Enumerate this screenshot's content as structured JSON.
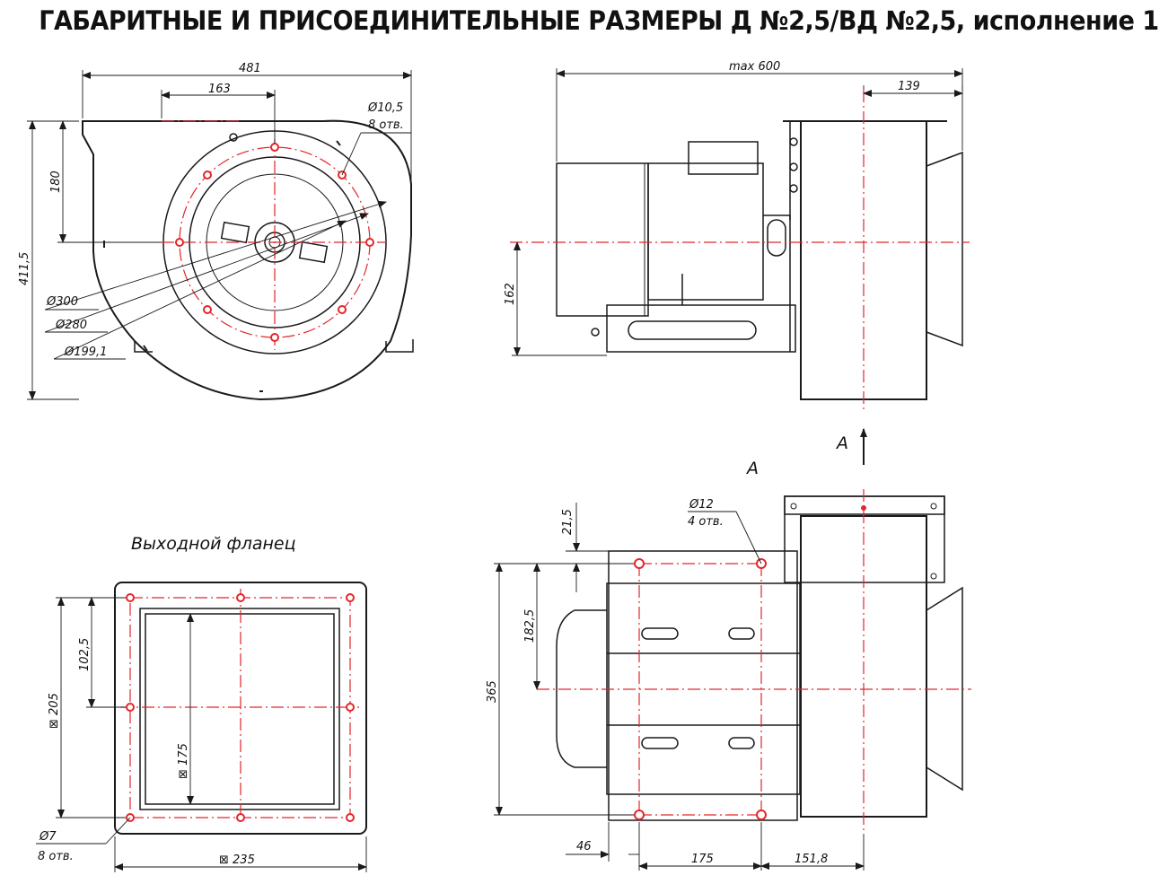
{
  "title": "ГАБАРИТНЫЕ И ПРИСОЕДИНИТЕЛЬНЫЕ РАЗМЕРЫ Д №2,5/ВД №2,5, исполнение 1",
  "front_view": {
    "dim_width": "481",
    "dim_outlet_offset": "163",
    "dim_height": "411,5",
    "dim_axis": "180",
    "dia_300": "Ø300",
    "dia_280": "Ø280",
    "dia_199": "Ø199,1",
    "holes_dia": "Ø10,5",
    "holes_count": "8 отв."
  },
  "side_view": {
    "dim_max": "max 600",
    "dim_139": "139",
    "dim_162": "162",
    "arrow_label": "A"
  },
  "view_a": {
    "label": "A",
    "holes_dia": "Ø12",
    "holes_count": "4 отв.",
    "dim_21_5": "21,5",
    "dim_182_5": "182,5",
    "dim_365": "365",
    "dim_46": "46",
    "dim_175": "175",
    "dim_151_8": "151,8"
  },
  "flange": {
    "caption": "Выходной фланец",
    "dim_102_5": "102,5",
    "dim_205": "⊠ 205",
    "dim_175": "⊠ 175",
    "dim_235": "⊠ 235",
    "holes_dia": "Ø7",
    "holes_count": "8 отв."
  }
}
